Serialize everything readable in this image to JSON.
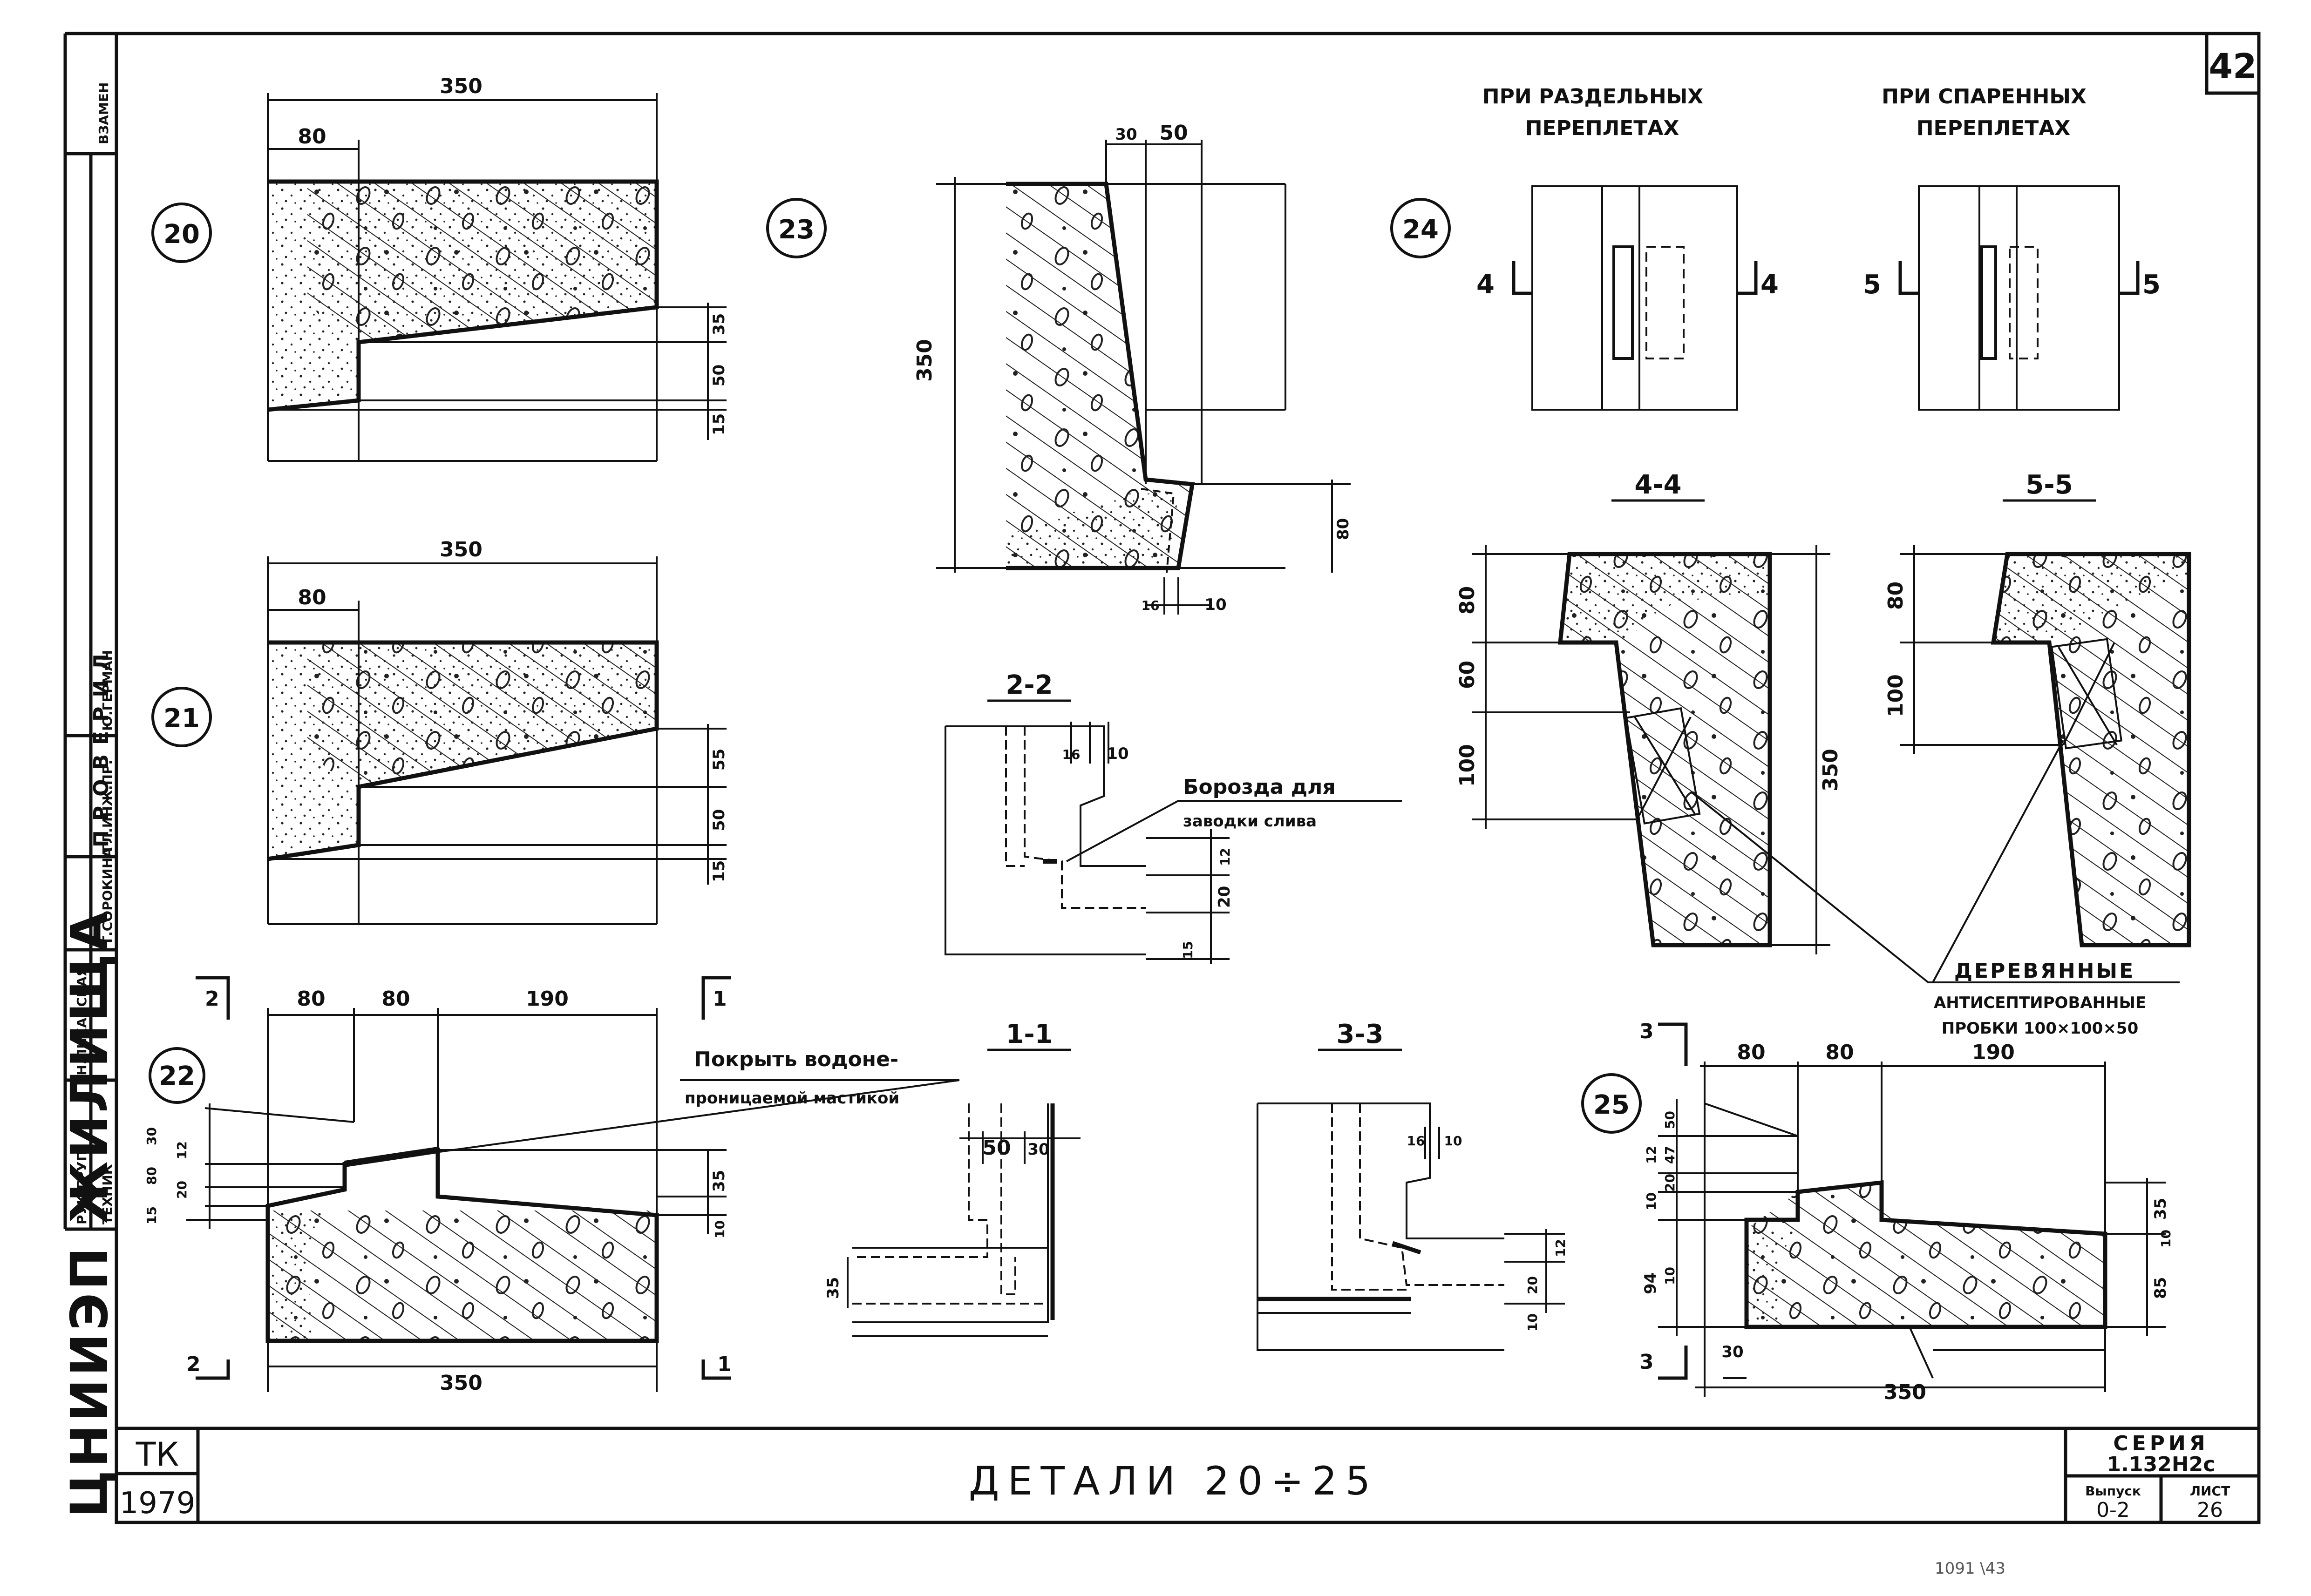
{
  "sheet": {
    "sheet_corner_number": "42",
    "title": "ДЕТАЛИ 20÷25",
    "series_label": "СЕРИЯ",
    "series_value": "1.132Н2с",
    "issue_label": "Выпуск",
    "issue_value": "0-2",
    "sheet_label": "ЛИСТ",
    "sheet_value": "26",
    "org_code": "ТК",
    "year": "1979",
    "institute": "ЦНИИЭП ЖИЛИЩА",
    "bottom_scribble": "1091 \\43"
  },
  "side_stamp": {
    "vzamen": "ВЗАМЕН",
    "checked": "ПРОВЕРИЛ",
    "rows": [
      {
        "role": "РУК.ГРУП.",
        "name": "Н.ЛИХАНСКАЯ"
      },
      {
        "role": "ТЕХНИК",
        "name": "Т.СОРОКИНА"
      },
      {
        "role": "ГЛ.ИНЖ.ПР.",
        "name": "Ю.ГЕРМАН"
      }
    ]
  },
  "details": {
    "d20": {
      "num": "20",
      "dims": [
        "350",
        "80",
        "35",
        "50",
        "15"
      ]
    },
    "d21": {
      "num": "21",
      "dims": [
        "350",
        "80",
        "55",
        "50",
        "15"
      ]
    },
    "d22": {
      "num": "22",
      "dims": [
        "80",
        "80",
        "190",
        "350",
        "30",
        "12",
        "80",
        "20",
        "15",
        "35",
        "10"
      ],
      "cut_marks": [
        "2",
        "2",
        "1",
        "1"
      ],
      "note": "Покрыть водоне-",
      "note2": "проницаемой мастикой"
    },
    "d23": {
      "num": "23",
      "dims": [
        "30",
        "50",
        "350",
        "80",
        "16",
        "10"
      ]
    },
    "d24": {
      "num": "24",
      "label_left_1": "ПРИ РАЗДЕЛЬНЫХ",
      "label_left_2": "ПЕРЕПЛЕТАХ",
      "label_right_1": "ПРИ СПАРЕННЫХ",
      "label_right_2": "ПЕРЕПЛЕТАХ",
      "cut_marks": [
        "4",
        "4",
        "5",
        "5"
      ]
    },
    "d25": {
      "num": "25",
      "dims": [
        "80",
        "80",
        "190",
        "350",
        "50",
        "47",
        "12",
        "20",
        "10",
        "94",
        "10",
        "30",
        "35",
        "10",
        "85"
      ],
      "cut_marks": [
        "3",
        "3"
      ]
    }
  },
  "sections": {
    "s22": {
      "label": "2-2",
      "dims": [
        "16",
        "10",
        "12",
        "20",
        "15"
      ],
      "note1": "Борозда для",
      "note2": "заводки слива"
    },
    "s11": {
      "label": "1-1",
      "dims": [
        "50",
        "30",
        "35"
      ]
    },
    "s33": {
      "label": "3-3",
      "dims": [
        "16",
        "10",
        "12",
        "20",
        "10"
      ]
    },
    "s44": {
      "label": "4-4",
      "dims": [
        "80",
        "60",
        "100",
        "350"
      ]
    },
    "s55": {
      "label": "5-5",
      "dims": [
        "80",
        "100"
      ]
    },
    "wood_note_1": "ДЕРЕВЯННЫЕ",
    "wood_note_2": "АНТИСЕПТИРОВАННЫЕ",
    "wood_note_3": "ПРОБКИ 100×100×50"
  }
}
